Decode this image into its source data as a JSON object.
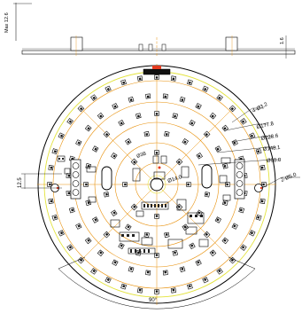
{
  "side_view": {
    "max_height_label": "Max 12.6",
    "board_thickness_label": "1.6"
  },
  "top_view": {
    "diameter_labels": [
      "4-Ø3.2",
      "Ø177.8",
      "Ø228.6",
      "Ø148.1",
      "Ø90.0",
      "2-Ø5.0"
    ],
    "center_hole_label": "Ø14.0",
    "offset_label": "12.5",
    "inner_label": "Ø3B",
    "angle_label": "90°"
  },
  "colors": {
    "outline": "#000000",
    "centerlines": "#e8900a",
    "silkscreen_circle": "#e3e33c",
    "marker_red": "#e53a1e"
  },
  "led_rings": [
    {
      "ring": "outer",
      "count": 40
    },
    {
      "ring": "second",
      "count": 32
    },
    {
      "ring": "third",
      "count": 24
    },
    {
      "ring": "fourth",
      "count": 16
    },
    {
      "ring": "inner",
      "count": 8
    }
  ]
}
